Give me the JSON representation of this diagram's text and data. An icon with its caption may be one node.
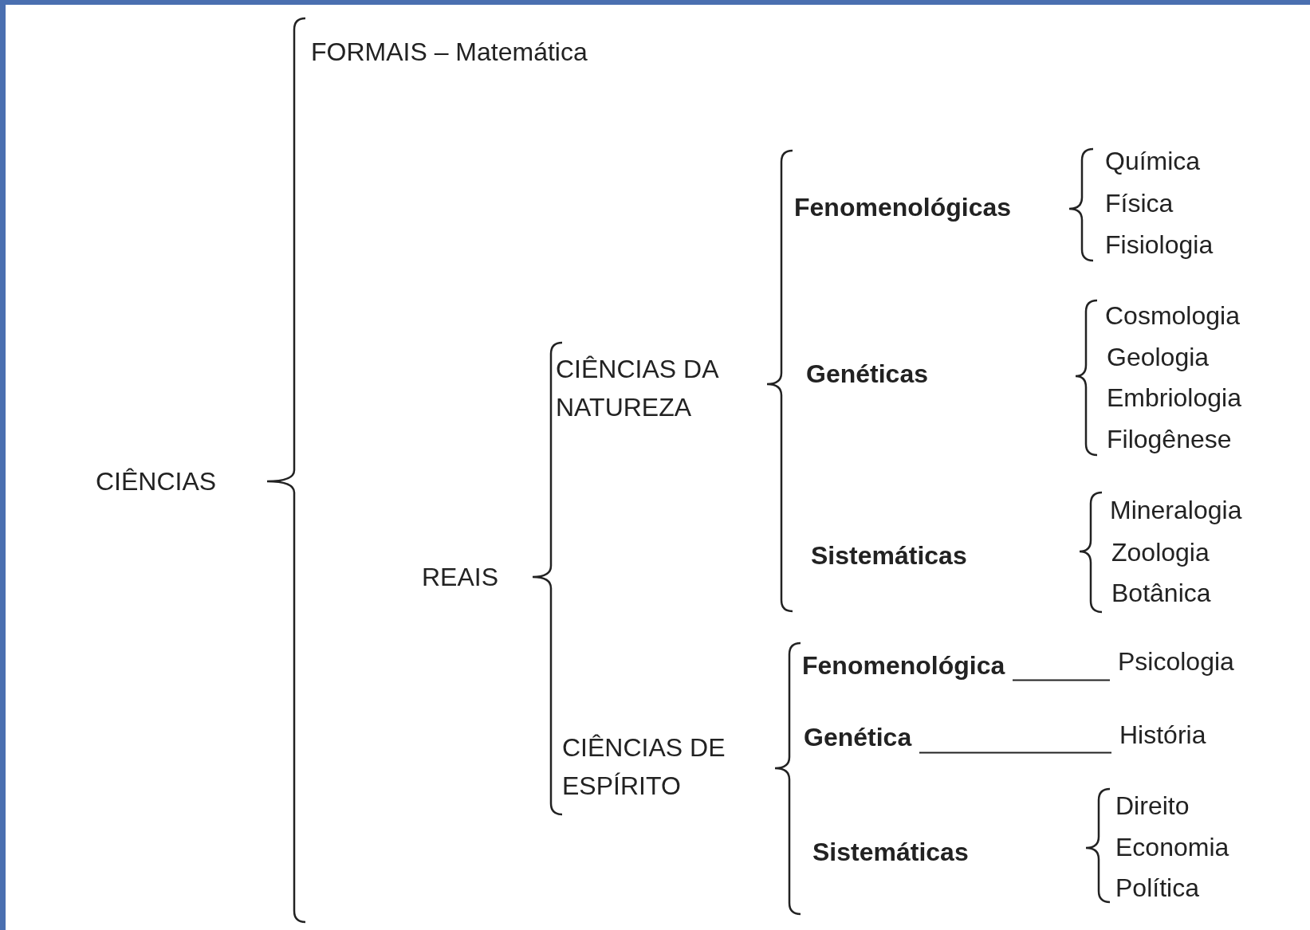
{
  "diagram": {
    "nodes": [
      {
        "text": [
          "Fenomenológica"
        ]
      },
      {
        "text": [
          "Psicologia"
        ]
      },
      {
        "text": [
          "Genética"
        ]
      },
      {
        "text": [
          "História"
        ]
      }
    ],
    "edges": [
      {
        "from": 0,
        "to": 1,
        "arrow": "none"
      },
      {
        "from": 2,
        "to": 3,
        "arrow": "none"
      }
    ],
    "labels": [
      "CIÊNCIAS",
      "FORMAIS – Matemática",
      "REAIS",
      "CIÊNCIAS DA NATUREZA",
      "Fenomenológicas",
      "Química",
      "Física",
      "Fisiologia",
      "Genéticas",
      "Cosmologia",
      "Geologia",
      "Embriologia",
      "Filogênese",
      "Sistemáticas",
      "Mineralogia",
      "Zoologia",
      "Botânica",
      "CIÊNCIAS DE ESPÍRITO",
      "Sistemáticas",
      "Direito",
      "Economia",
      "Política"
    ]
  }
}
